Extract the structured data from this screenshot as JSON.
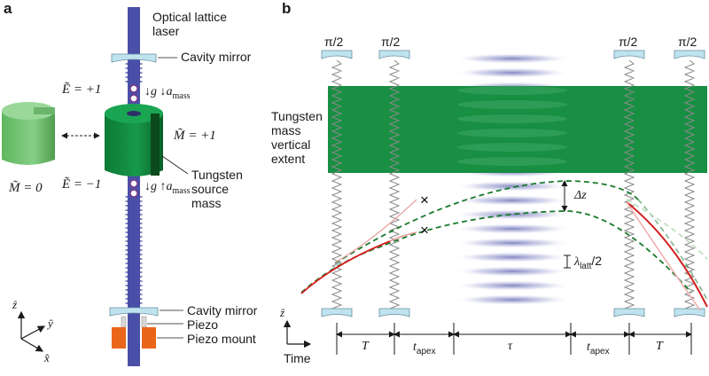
{
  "panel_a": {
    "letter": "a",
    "laser_label": "Optical lattice\nlaser",
    "top_mirror_label": "Cavity mirror",
    "e_plus": "Ẽ = +1",
    "e_minus": "Ẽ = −1",
    "g_down": "↓g ↓a",
    "g_up": "↓g ↑a",
    "a_sub": "mass",
    "m_plus": "M̃ = +1",
    "m_zero": "M̃ = 0",
    "source_mass_label": "Tungsten\nsource\nmass",
    "bottom_mirror_label": "Cavity mirror",
    "piezo_label": "Piezo",
    "piezo_mount_label": "Piezo mount",
    "axis_z": "ẑ",
    "axis_y": "ŷ",
    "axis_x": "x̂"
  },
  "panel_b": {
    "letter": "b",
    "pulse_labels": [
      "π/2",
      "π/2",
      "π/2",
      "π/2"
    ],
    "mass_label": "Tungsten\nmass\nvertical\nextent",
    "delta_z": "Δz",
    "lambda_latt": "λ",
    "latt_sub": "latt",
    "lambda_tail": "/2",
    "time_axis_z": "ẑ",
    "time_label": "Time",
    "interval_T1": "T",
    "interval_tapex1": "t",
    "apex_sub": "apex",
    "interval_tau": "τ",
    "interval_tapex2": "t",
    "interval_T2": "T"
  },
  "colors": {
    "laser": "#4a4fa8",
    "mirror": "#bfe3ef",
    "tungsten_dark": "#0f8a3a",
    "tungsten_light": "#7fc97f",
    "trajectory_dashed": "#1a7a2e",
    "trajectory_red": "#d42020",
    "piezo": "#e8651a",
    "lattice_band": "#6e72b8"
  }
}
